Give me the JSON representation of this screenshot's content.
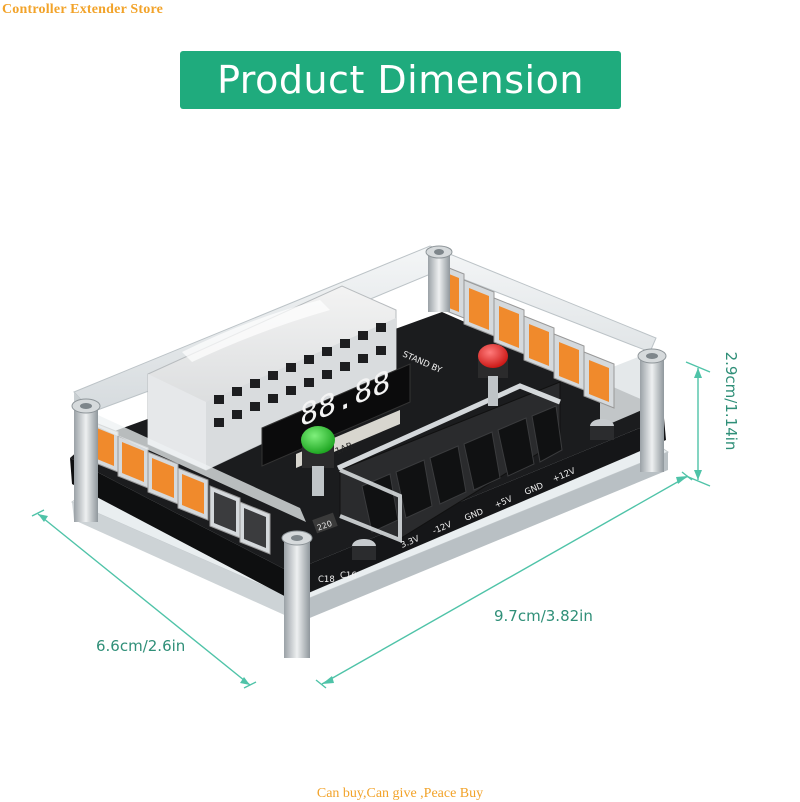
{
  "store_name": "Controller Extender Store",
  "banner_title": "Product Dimension",
  "dimensions": {
    "height": "2.9cm/1.14in",
    "width": "6.6cm/2.6in",
    "length": "9.7cm/3.82in"
  },
  "board": {
    "display_value": "88.88",
    "display_label": "284 1AR",
    "standby_label": "STAND BY",
    "rail_labels": [
      "3.3V",
      "-12V",
      "GND",
      "+5V",
      "GND",
      "+12V"
    ],
    "resistor_code": "220",
    "cap_labels": [
      "C18",
      "C16"
    ]
  },
  "colors": {
    "accent": "#1fab7d",
    "store_text": "#f2a32a",
    "dimension_line": "#4fc3a8",
    "usb_port": "#f08a2c",
    "pcb": "#1b1c1e"
  },
  "footer_text": "Can buy,Can give ,Peace Buy"
}
